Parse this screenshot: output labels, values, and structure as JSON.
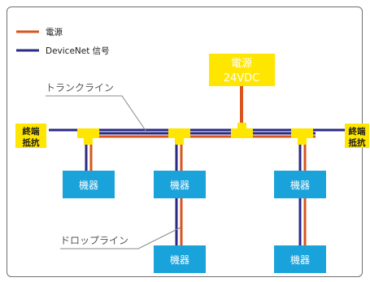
{
  "legend": {
    "power": {
      "label": "電源",
      "color": "#d9541e"
    },
    "signal": {
      "label": "DeviceNet 信号",
      "color": "#2a2a86"
    }
  },
  "power_supply": {
    "line1": "電源",
    "line2": "24VDC",
    "color": "#ffe600"
  },
  "trunk_line_label": "トランクライン",
  "drop_line_label": "ドロップライン",
  "terminator_left": {
    "line1": "終端",
    "line2": "抵抗"
  },
  "terminator_right": {
    "line1": "終端",
    "line2": "抵抗"
  },
  "devices": [
    "機器",
    "機器",
    "機器",
    "機器",
    "機器"
  ],
  "colors": {
    "device_box": "#1aa3db",
    "tee": "#ffe600",
    "leader": "#888888"
  }
}
